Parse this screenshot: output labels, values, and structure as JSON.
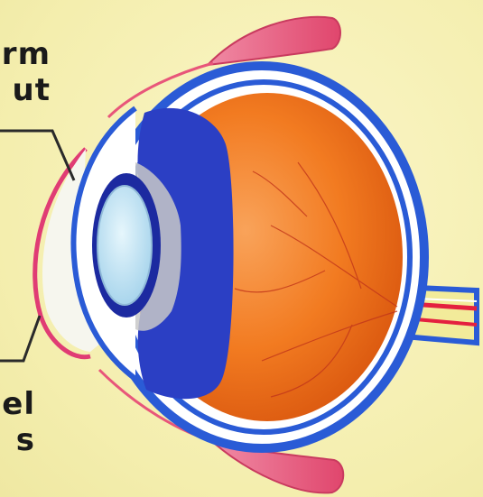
{
  "labels": {
    "top": {
      "line1": "rm",
      "line2": "ut"
    },
    "bottom": {
      "line1": "el",
      "line2": "s"
    }
  },
  "colors": {
    "background": "#f6f0b4",
    "sclera_blue": "#2a5bd6",
    "eyeball_orange": "#f07a1e",
    "iris_blue": "#2b3fc4",
    "lens": "#bfe3f4",
    "eyelid_pink": "#e8567a",
    "leader_line": "#2a2a2a"
  }
}
